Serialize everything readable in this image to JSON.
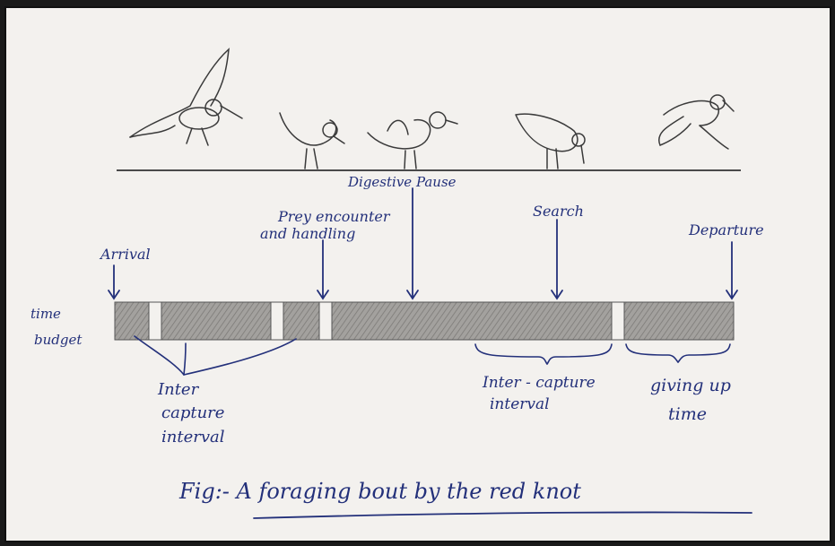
{
  "figure": {
    "caption": "Fig:- A foraging bout by the red knot",
    "row_label_line1": "time",
    "row_label_line2": "budget",
    "labels": {
      "arrival": "Arrival",
      "prey_line1": "Prey encounter",
      "prey_line2": "and handling",
      "digestive_pause": "Digestive Pause",
      "search": "Search",
      "departure": "Departure",
      "inter_capture_left_line1": "Inter",
      "inter_capture_left_line2": "capture",
      "inter_capture_left_line3": "interval",
      "inter_capture_right_line1": "Inter - capture",
      "inter_capture_right_line2": "interval",
      "giving_up_line1": "giving up",
      "giving_up_line2": "time"
    },
    "colors": {
      "ink": "#23307a",
      "paper": "#f3f1ee",
      "bar_fill": "#9c9a97",
      "bird_ink": "#3a3a3a"
    },
    "birds": [
      "flying-landing-bird",
      "pecking-bird",
      "resting-bird",
      "probing-bird",
      "departing-bird"
    ]
  }
}
